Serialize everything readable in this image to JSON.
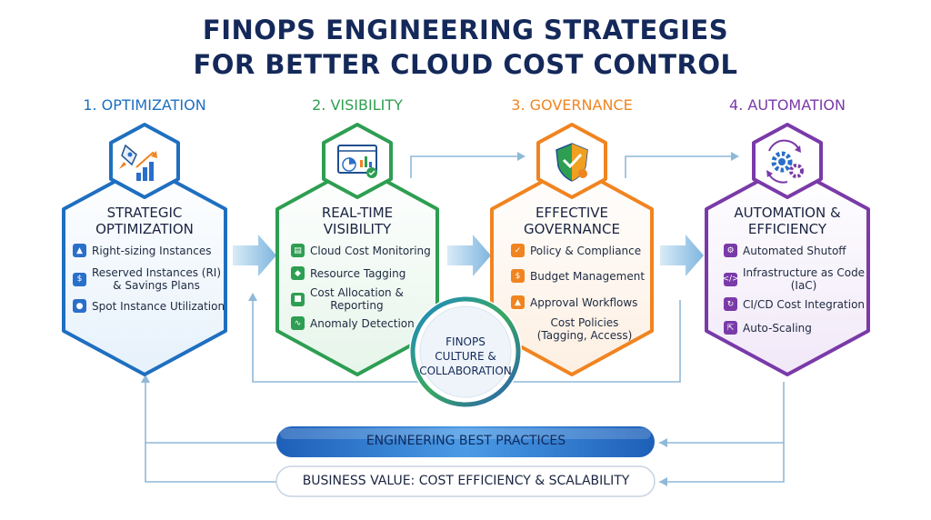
{
  "title": {
    "line1": "FINOPS ENGINEERING STRATEGIES",
    "line2": "FOR BETTER CLOUD COST CONTROL"
  },
  "colors": {
    "title": "#14295a",
    "optimization": "#1f6fc0",
    "visibility": "#2e9e52",
    "governance": "#f08420",
    "automation": "#7a3aa8",
    "engineering_bar": "#2a6fc9",
    "connector": "#8fb9d8"
  },
  "pillars": [
    {
      "label": "1. OPTIMIZATION",
      "icon": "rocket-growth-icon",
      "heading_line1": "STRATEGIC",
      "heading_line2": "OPTIMIZATION",
      "items": [
        {
          "icon": "rocket-icon",
          "text_line1": "Right-sizing Instances",
          "text_line2": ""
        },
        {
          "icon": "savings-icon",
          "text_line1": "Reserved Instances (RI)",
          "text_line2": "& Savings Plans"
        },
        {
          "icon": "spot-instance-icon",
          "text_line1": "Spot Instance Utilization",
          "text_line2": ""
        }
      ]
    },
    {
      "label": "2. VISIBILITY",
      "icon": "dashboard-chart-icon",
      "heading_line1": "REAL-TIME",
      "heading_line2": "VISIBILITY",
      "items": [
        {
          "icon": "monitoring-chart-icon",
          "text_line1": "Cloud Cost Monitoring",
          "text_line2": ""
        },
        {
          "icon": "tag-icon",
          "text_line1": "Resource Tagging",
          "text_line2": ""
        },
        {
          "icon": "allocation-icon",
          "text_line1": "Cost Allocation &",
          "text_line2": "Reporting"
        },
        {
          "icon": "anomaly-line-icon",
          "text_line1": "Anomaly Detection",
          "text_line2": ""
        }
      ]
    },
    {
      "label": "3. GOVERNANCE",
      "icon": "shield-check-icon",
      "heading_line1": "EFFECTIVE",
      "heading_line2": "GOVERNANCE",
      "items": [
        {
          "icon": "policy-shield-icon",
          "text_line1": "Policy & Compliance",
          "text_line2": ""
        },
        {
          "icon": "budget-icon",
          "text_line1": "Budget Management",
          "text_line2": ""
        },
        {
          "icon": "workflow-icon",
          "text_line1": "Approval Workflows",
          "text_line2": ""
        },
        {
          "icon": "",
          "text_line1": "Cost Policies",
          "text_line2": "(Tagging, Access)"
        }
      ]
    },
    {
      "label": "4. AUTOMATION",
      "icon": "gear-cycle-icon",
      "heading_line1": "AUTOMATION &",
      "heading_line2": "EFFICIENCY",
      "items": [
        {
          "icon": "gear-icon",
          "text_line1": "Automated Shutoff",
          "text_line2": ""
        },
        {
          "icon": "code-doc-icon",
          "text_line1": "Infrastructure as Code",
          "text_line2": "(IaC)"
        },
        {
          "icon": "cycle-icon",
          "text_line1": "CI/CD Cost Integration",
          "text_line2": ""
        },
        {
          "icon": "scaling-icon",
          "text_line1": "Auto-Scaling",
          "text_line2": ""
        }
      ]
    }
  ],
  "center": {
    "line1": "FINOPS",
    "line2": "CULTURE &",
    "line3": "COLLABORATION"
  },
  "engineering_bar": "ENGINEERING BEST PRACTICES",
  "business_bar": "BUSINESS VALUE: COST EFFICIENCY & SCALABILITY"
}
